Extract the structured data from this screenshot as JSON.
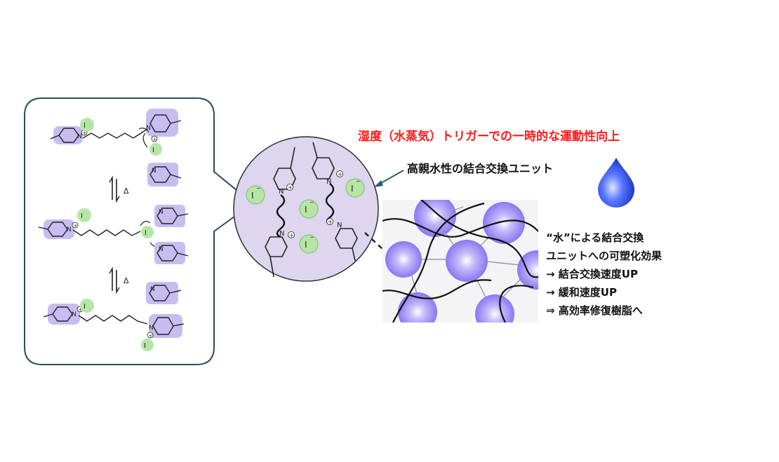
{
  "title": "湿度（水蒸気）トリガーでの一時的な運動性向上",
  "unit_label": "高親水性の結合交換ユニット",
  "effects": [
    "“水”による結合交換",
    "ユニットへの可塑化効果",
    "→ 結合交換速度UP",
    "→ 緩和速度UP",
    "⇒ 高効率修復樹脂へ"
  ],
  "chem": {
    "iodide": "I",
    "nitrogen": "N",
    "plus": "+",
    "minus": "−",
    "heat": "Δ"
  },
  "colors": {
    "title_red": "#ff1a1a",
    "pyridinium_purple": "#c8bdf0",
    "iodide_green": "#b6e6a6",
    "zoom_circle": "#ddd6ee",
    "droplet_blue": "#3b5cf0",
    "network_sphere": "#8f7df2",
    "arrow_navy": "#2d5b7a"
  }
}
